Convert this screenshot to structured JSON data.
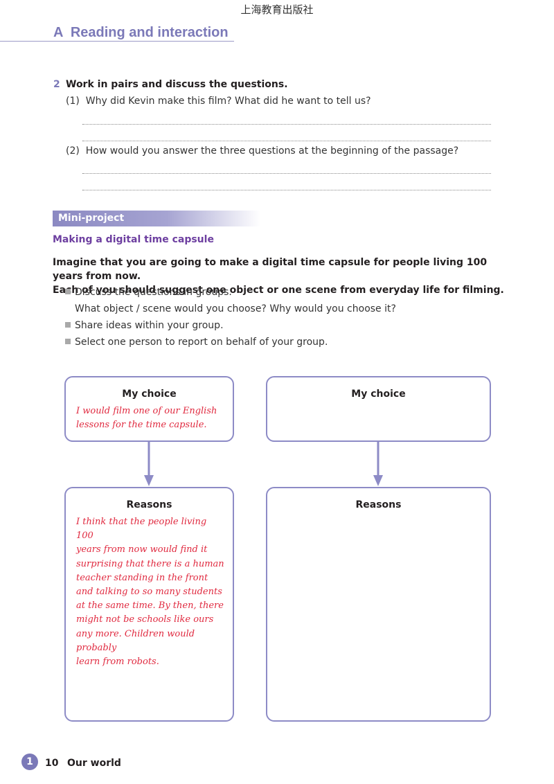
{
  "header": {
    "publisher": "上海教育出版社"
  },
  "section": {
    "title": "A  Reading and interaction"
  },
  "question2": {
    "number": "2",
    "heading": "Work in pairs and discuss the questions.",
    "sub1": "(1)  Why did Kevin make this film? What did he want to tell us?",
    "sub2": "(2)  How would you answer the three questions at the beginning of the passage?"
  },
  "mini_project": {
    "label": "Mini-project",
    "subheading": "Making a digital time capsule",
    "intro_line1": "Imagine that you are going to make a digital time capsule for people living 100 years from now.",
    "intro_line2": "Each of you should suggest one object or one scene from everyday life for filming.",
    "bullets": [
      "Discuss the questions in groups.",
      "What object / scene would you choose? Why would you choose it?",
      "Share ideas within your group.",
      "Select one person to report on behalf of your group."
    ]
  },
  "boxes": {
    "left_choice": {
      "title": "My choice",
      "lines": [
        "I would film one of our English",
        "lessons for the time capsule."
      ]
    },
    "right_choice": {
      "title": "My choice"
    },
    "left_reasons": {
      "title": "Reasons",
      "lines": [
        "I think that the people living 100",
        "years from now would find it",
        "surprising that there is a human",
        "teacher standing in the front",
        "and talking to so many students",
        "at the same time. By then, there",
        "might not be schools like ours",
        "any more. Children would probably",
        "learn from robots."
      ]
    },
    "right_reasons": {
      "title": "Reasons"
    }
  },
  "footer": {
    "unit": "1",
    "page": "10",
    "title": "Our world"
  },
  "colors": {
    "accent": "#7b79b8",
    "handwriting": "#e0293f",
    "box_border": "#8d8bc6"
  }
}
